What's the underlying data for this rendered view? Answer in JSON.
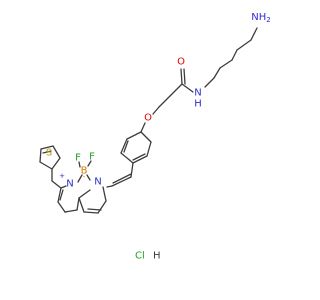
{
  "molecule": {
    "colors": {
      "bond": "#3c3c3c",
      "nitrogen": "#2b2bd4",
      "oxygen": "#e00000",
      "sulfur": "#b8a000",
      "boron": "#d87800",
      "fluorine": "#20a020",
      "carbon_label": "#3c3c3c"
    },
    "atoms": {
      "amine": "NH",
      "amine_sub": "2",
      "amide_n": "N",
      "amide_h": "H",
      "carbonyl_o": "O",
      "ether_o": "O",
      "thiophene_s": "S",
      "pyrrole_n_plus": "N",
      "plus_charge": "+",
      "pyrrole_n_minus": "N",
      "minus_charge": "-",
      "boron": "B",
      "fluorine_1": "F",
      "fluorine_2": "F"
    },
    "salt": {
      "chlorine": "Cl",
      "hydrogen": "H"
    }
  }
}
